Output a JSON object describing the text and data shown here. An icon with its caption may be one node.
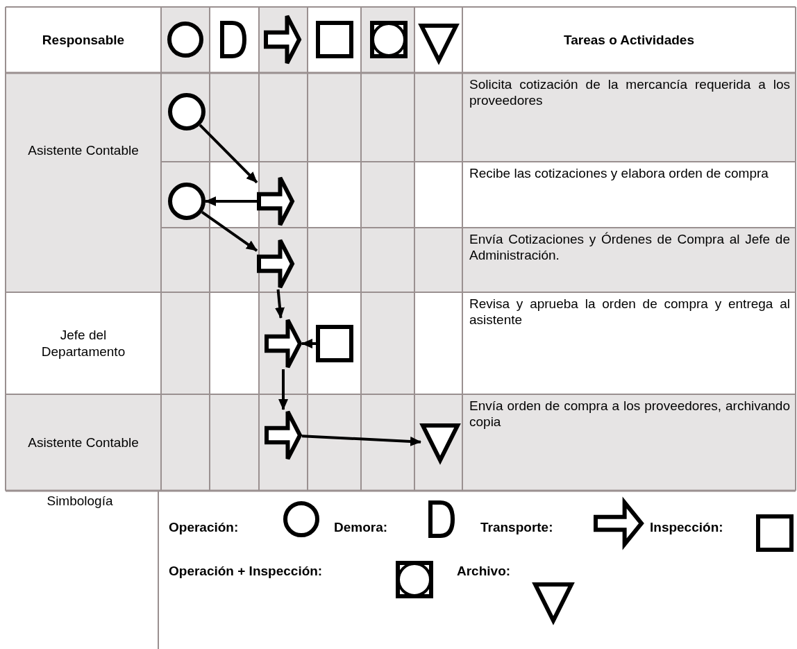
{
  "diagram": {
    "nodes": [
      {
        "text": [],
        "shape": "circle"
      },
      {
        "text": [],
        "shape": "delay"
      },
      {
        "text": [],
        "shape": "arrow"
      },
      {
        "text": [],
        "shape": "box"
      },
      {
        "text": [],
        "shape": "circle-square"
      },
      {
        "text": [],
        "shape": "triangle"
      },
      {
        "text": [],
        "shape": "circle"
      },
      {
        "text": [],
        "shape": "arrow"
      },
      {
        "text": [],
        "shape": "circle"
      },
      {
        "text": [],
        "shape": "arrow"
      },
      {
        "text": [],
        "shape": "arrow"
      },
      {
        "text": [],
        "shape": "box"
      },
      {
        "text": [],
        "shape": "arrow"
      },
      {
        "text": [],
        "shape": "triangle"
      }
    ],
    "edges": [
      {
        "from": 6,
        "to": 7,
        "arrow": "to"
      },
      {
        "from": 7,
        "to": 8,
        "arrow": "to"
      },
      {
        "from": 8,
        "to": 9,
        "arrow": "to"
      },
      {
        "from": 9,
        "to": 10,
        "arrow": "to"
      },
      {
        "from": 11,
        "to": 10,
        "arrow": "to"
      },
      {
        "from": 10,
        "to": 12,
        "arrow": "to"
      },
      {
        "from": 12,
        "to": 13,
        "arrow": "to"
      }
    ],
    "labels": [
      "Responsable",
      "Tareas o Actividades",
      "Asistente Contable",
      "Solicita cotización de la mercancía requerida a los proveedores",
      "Recibe las cotizaciones y elabora orden de compra",
      "Envía Cotizaciones y Órdenes de Compra al Jefe de Administración.",
      "Jefe del Departamento",
      "Revisa y aprueba la orden de compra y entrega al asistente",
      "Asistente Contable",
      "Envía orden de compra a los proveedores, archivando copia",
      "Simbología"
    ],
    "legend": [
      {
        "text": "Operación:"
      },
      {
        "text": "Demora:"
      },
      {
        "text": "Transporte:"
      },
      {
        "text": "Inspección:"
      },
      {
        "text": "Operación + Inspección:"
      },
      {
        "text": "Archivo:"
      }
    ]
  }
}
